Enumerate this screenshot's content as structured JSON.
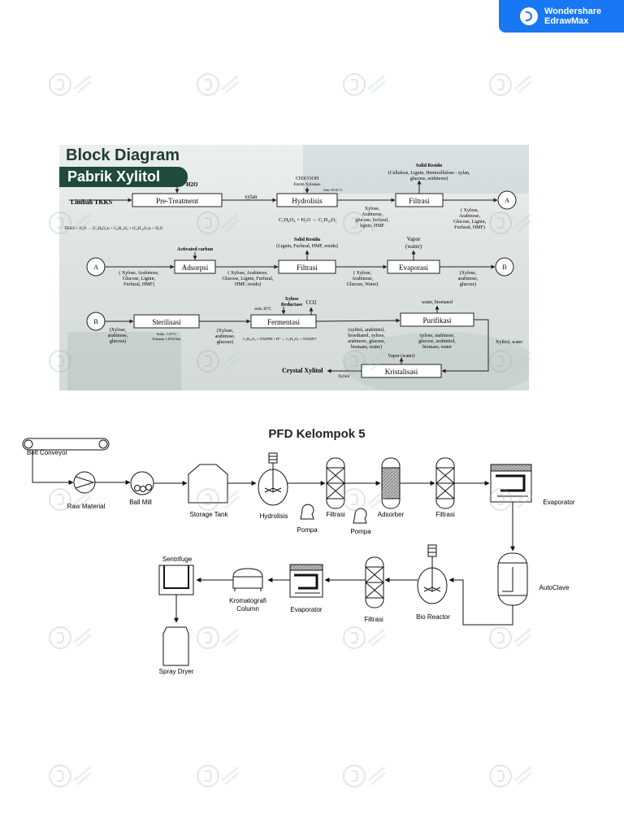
{
  "brand": {
    "line1": "Wondershare",
    "line2": "EdrawMax"
  },
  "block_diagram": {
    "title_line1": "Block Diagram",
    "title_line2": "Pabrik Xylitol",
    "blocks": {
      "pretreatment": "Pre-Treatment",
      "hydrolisis": "Hydrolisis",
      "filtrasi1": "Filtrasi",
      "adsorpsi": "Adsorpsi",
      "filtrasi2": "Filtrasi",
      "evaporasi": "Evaporasi",
      "sterilisasi": "Sterilisasi",
      "fermentasi": "Fermentasi",
      "purifikasi": "Purifikasi",
      "kristalisasi": "Kristalisasi"
    },
    "connectors": {
      "a": "A",
      "b": "B"
    },
    "labels": {
      "h2o": "H2O",
      "limbah": "Limbah TKKS",
      "xylan": "xylan",
      "ch3cooh": "CH3COOH",
      "enzim": "Enzim Xylanase",
      "suhu_hyd": "Suhu 50-60 °C",
      "hyd_eq": "C₅H₈O₄ + H₂O → C₅H₁₀O₅",
      "solid1_title": "Solid Residu",
      "solid1_body1": "(Cellulose, Lignin, Hemicellulose : xylan,",
      "solid1_body2": "glucose, arabinose)",
      "hyd_out1": "Xylose,",
      "hyd_out2": "Arabinose,",
      "hyd_out3": "glucose, furfural,",
      "hyd_out4": "lignin, HMF",
      "filt_out1": "( Xylose,",
      "filt_out2": "Arabinose,",
      "filt_out3": "Glucose, Lignin,",
      "filt_out4": "Furfural, HMF)",
      "tkks_eq": "TKKS + H₂O → (C₅H₈O₄)ₙ + C₆H₁₀O₅ + (C₆H₁₀O₅)ₙ + H₂O",
      "activated": "Activated carbon",
      "solid2_title": "Solid Residu",
      "solid2_body": "(Lignin, Furfural, HMF, residu)",
      "vapor1": "Vapor",
      "vapor1b": "(water)",
      "a_out1": "( Xylose, Arabinose,",
      "a_out2": "Glucose, Lignin,",
      "a_out3": "Furfural, HMF)",
      "ads_out1": "( Xylose, Arabinose,",
      "ads_out2": "Glucose, Lignin, Furfural,",
      "ads_out3": "HMF, residu)",
      "filt2_out1": "( Xylose,",
      "filt2_out2": "Arabinose,",
      "filt2_out3": "Glucose, Water)",
      "evap_out1": "(Xylose,",
      "evap_out2": "arabinose,",
      "evap_out3": "glucose)",
      "xylose_red1": "Xylose",
      "xylose_red2": "Reductase",
      "co2": "CO2",
      "suhu_ferm": "suhu 30°C",
      "water_bio": "water, bioetanol",
      "b_out1": "(Xylose,",
      "b_out2": "arabinose,",
      "b_out3": "glucose)",
      "steril_cond1": "Suhu : 121°C",
      "steril_cond2": "Tekanan 1,0342 bar",
      "ster_out1": "(Xylose,",
      "ster_out2": "arabinose,",
      "ster_out3": "glucose)",
      "ferm_eq": "C₅H₁₀O₅ + NADPH + H⁺ → C₅H₁₂O₅ + NAD(P)⁺",
      "ferm_out1": "(xylitol, arabinitol,",
      "ferm_out2": "bioethanol, xylose,",
      "ferm_out3": "arabinose, glucose,",
      "ferm_out4": "biomass, water)",
      "pur_out1": "xylose, arabinose,",
      "pur_out2": "glucose, arabinitol,",
      "pur_out3": "biomass, water",
      "xylitol_water": "Xylitol, water",
      "vapor2": "Vapor (water)",
      "crystal": "Crystal Xylitol",
      "xylitol": "Xylitol"
    }
  },
  "pfd": {
    "title": "PFD Kelompok 5",
    "labels": {
      "belt": "Belt Conveyor",
      "raw": "Raw Material",
      "ballmill": "Ball Mill",
      "storage": "Storage Tank",
      "hydrolisis": "Hydrolisis",
      "filtrasi1": "Filtrasi",
      "pompa1": "Pompa",
      "adsorber": "Adsorber",
      "pompa2": "Pompa",
      "filtrasi2": "Filtrasi",
      "evaporator1": "Evaporator",
      "autoclave": "AutoClave",
      "bioreactor": "Bio Reactor",
      "filtrasi3": "Filtrasi",
      "evaporator2": "Evaporator",
      "kromatografi1": "Kromatografi",
      "kromatografi2": "Column",
      "sentrifuge": "Sentrifuge",
      "spraydryer": "Spray Dryer"
    }
  }
}
